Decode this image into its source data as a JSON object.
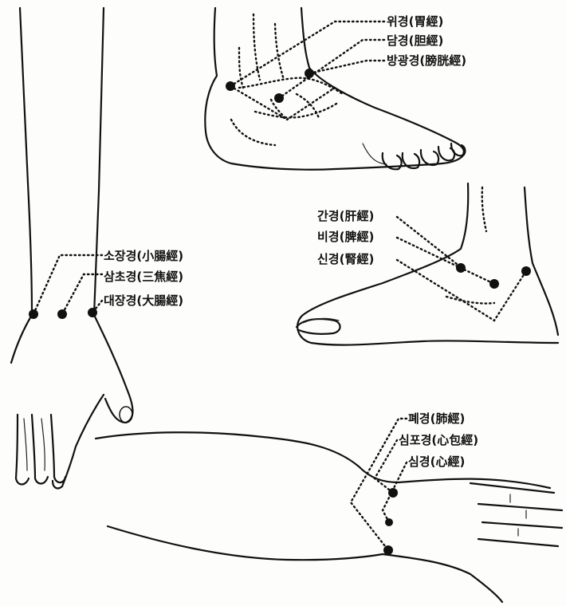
{
  "labels": {
    "stomach": "위경(胃經)",
    "gallbladder": "담경(胆經)",
    "bladder": "방광경(膀胱經)",
    "liver": "간경(肝經)",
    "spleen": "비경(脾經)",
    "kidney": "신경(腎經)",
    "small_intestine": "소장경(小腸經)",
    "triple_burner": "삼초경(三焦經)",
    "large_intestine": "대장경(大腸經)",
    "lung": "폐경(肺經)",
    "pericardium": "심포경(心包經)",
    "heart": "심경(心經)"
  }
}
